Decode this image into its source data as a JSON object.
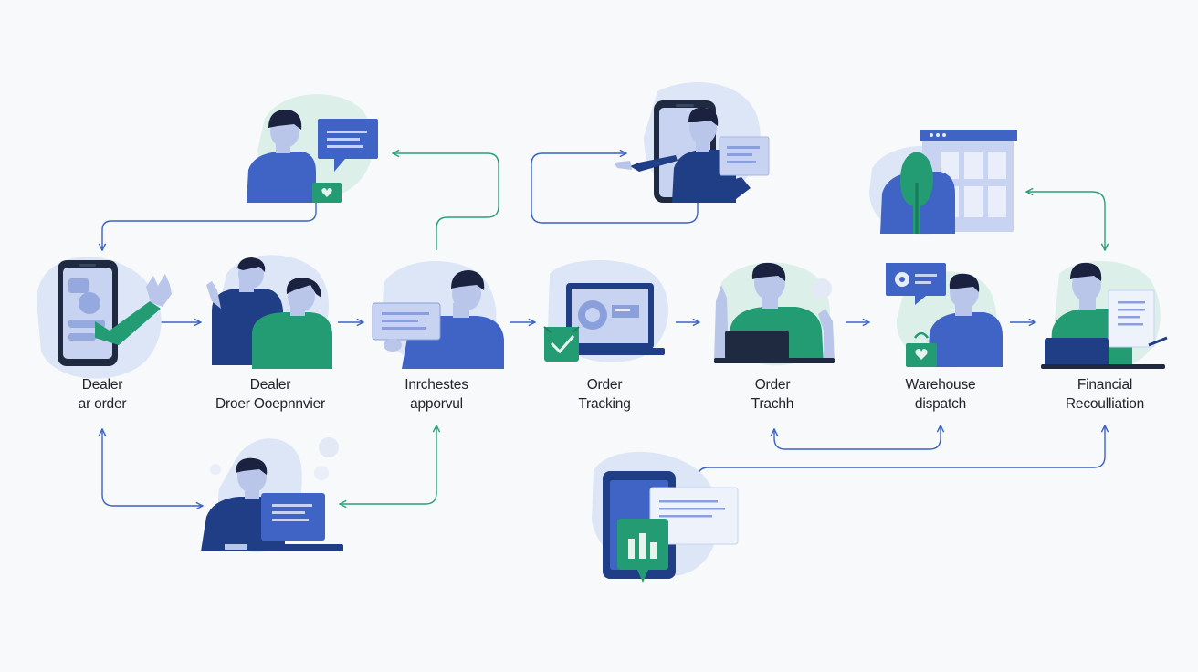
{
  "steps": [
    {
      "line1": "Dealer",
      "line2": "ar order"
    },
    {
      "line1": "Dealer",
      "line2": "Droer Ooepnnvier"
    },
    {
      "line1": "Inrchestes",
      "line2": "apporvul"
    },
    {
      "line1": "Order",
      "line2": "Tracking"
    },
    {
      "line1": "Order",
      "line2": "Trachh"
    },
    {
      "line1": "Warehouse",
      "line2": "dispatch"
    },
    {
      "line1": "Financial",
      "line2": "Recoulliation"
    }
  ],
  "colors": {
    "navy": "#1f3e86",
    "blue": "#3f64c5",
    "green": "#249c73",
    "pale_blue": "#dde6f6",
    "pale_green": "#dcefe8",
    "skin": "#b9c6ea",
    "hair": "#1b2240",
    "arrow_blue": "#3a63c3",
    "arrow_green": "#2aa07a"
  }
}
